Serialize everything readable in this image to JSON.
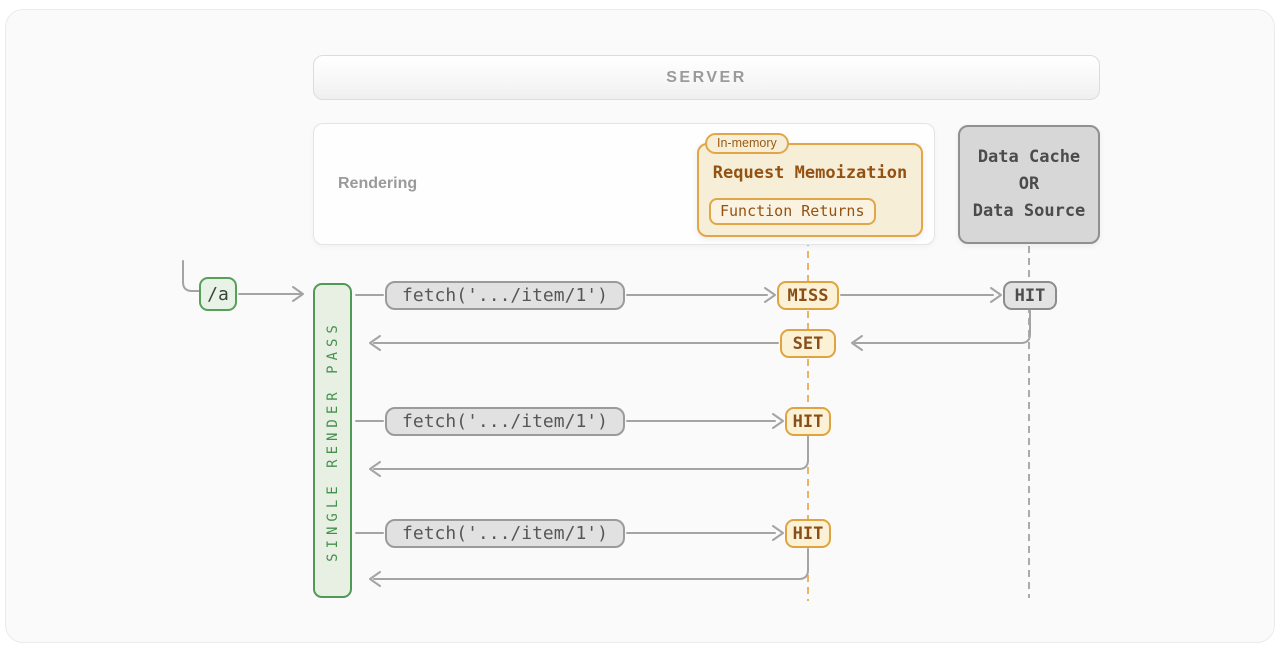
{
  "colors": {
    "accent_orange_border": "#e2a648",
    "accent_orange_text": "#945212",
    "accent_green_border": "#4f9a55",
    "accent_green_text": "#46904d",
    "neutral_line": "#a4a4a4",
    "memo_lifeline_dash": "#ecb45c",
    "cache_lifeline_dash": "#ababab"
  },
  "server": {
    "label": "SERVER"
  },
  "rendering": {
    "label": "Rendering"
  },
  "memoization": {
    "tag": "In-memory",
    "title": "Request Memoization",
    "subtitle": "Function Returns"
  },
  "data_source": {
    "lines": [
      "Data Cache",
      "OR",
      "Data Source"
    ]
  },
  "flow": {
    "route": "/a",
    "render_pass": "SINGLE RENDER PASS",
    "requests": [
      {
        "fetch": "fetch('.../item/1')",
        "memo_result": "MISS",
        "source_result": "HIT"
      },
      {
        "memo_result": "SET"
      },
      {
        "fetch": "fetch('.../item/1')",
        "memo_result": "HIT"
      },
      {
        "fetch": "fetch('.../item/1')",
        "memo_result": "HIT"
      }
    ]
  }
}
